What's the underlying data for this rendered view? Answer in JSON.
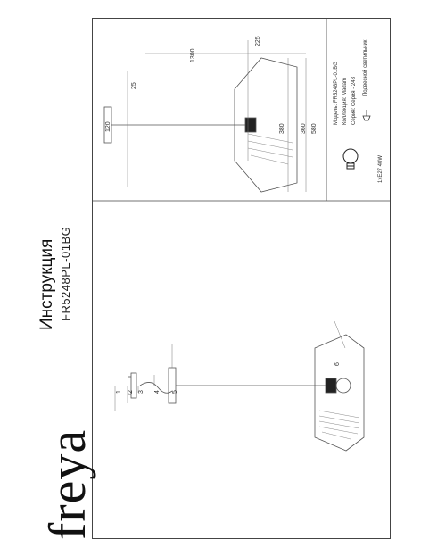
{
  "page": {
    "brand": "freya",
    "title": "Инструкция",
    "model": "FR5248PL-01BG"
  },
  "parts": {
    "n1": "1",
    "n2": "2",
    "n3": "3",
    "n4": "4",
    "n5": "5",
    "n6": "6"
  },
  "dimensions": {
    "d225": "225",
    "d1300": "1300",
    "d25": "25",
    "d120": "120",
    "d380": "380",
    "d360": "360",
    "d580": "580"
  },
  "spec": {
    "model_label": "Модель:",
    "model_value": "FR5248PL-01BG",
    "collection_label": "Коллекция:",
    "collection_value": "Madam",
    "series_label": "Серия:",
    "series_value": "Серия - 248",
    "type_value": "Подвесной светильник",
    "bulb": "1xE27 40W"
  },
  "colors": {
    "line": "#444444",
    "frame": "#444444",
    "paper": "#ffffff"
  }
}
